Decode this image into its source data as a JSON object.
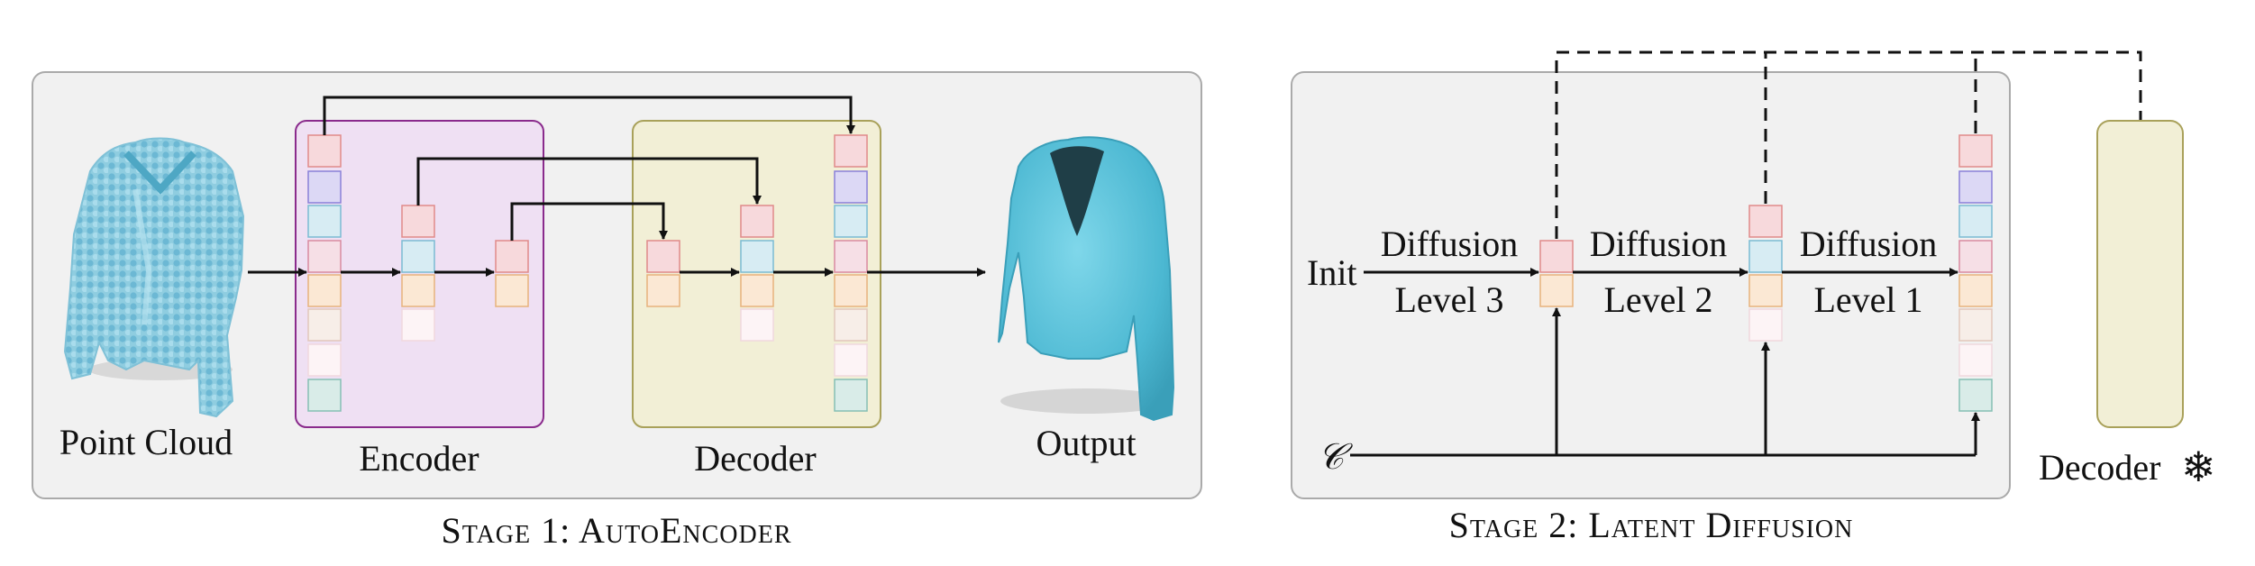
{
  "stage1": {
    "caption": "Stage 1: AutoEncoder",
    "point_cloud_label": "Point Cloud",
    "encoder_label": "Encoder",
    "decoder_label": "Decoder",
    "output_label": "Output"
  },
  "stage2": {
    "caption": "Stage 2: Latent Diffusion",
    "init_label": "Init",
    "condition_label": "𝒞",
    "decoder_label": "Decoder",
    "frozen_symbol": "❄",
    "steps": [
      {
        "top": "Diffusion",
        "bottom": "Level 3"
      },
      {
        "top": "Diffusion",
        "bottom": "Level 2"
      },
      {
        "top": "Diffusion",
        "bottom": "Level 1"
      }
    ]
  },
  "colors": {
    "token_red": "#f7d9dc",
    "token_purple": "#dcd8f5",
    "token_cyan": "#d7ecf3",
    "token_pink": "#f6dfe6",
    "token_orange": "#fbe8d4",
    "token_beige": "#f7eee8",
    "token_light": "#fdf4f6",
    "token_teal": "#d9ece8",
    "encoder_fill": "#efe0f3",
    "encoder_stroke": "#8a2b8c",
    "decoder_fill": "#f2efd6",
    "decoder_stroke": "#a9a15a",
    "cloth": "#5cc3d9"
  }
}
